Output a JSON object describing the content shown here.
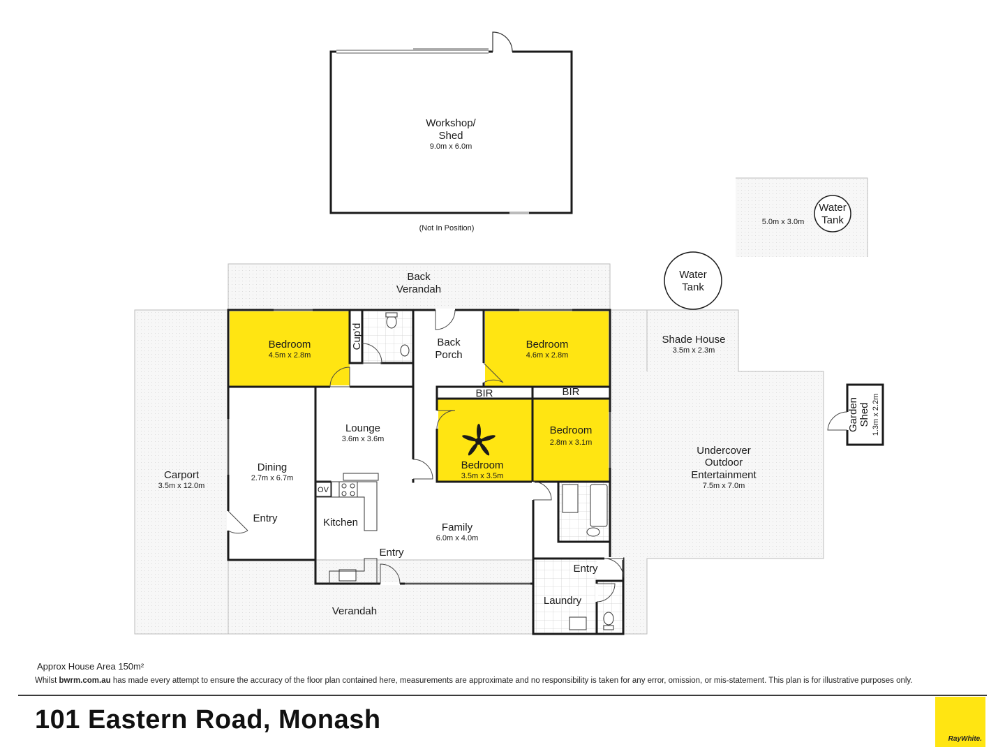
{
  "plan": {
    "workshop": {
      "name1": "Workshop/",
      "name2": "Shed",
      "dims": "9.0m x 6.0m",
      "note": "(Not In Position)"
    },
    "tank_yard": {
      "dims": "5.0m x 3.0m",
      "tank1": "Water",
      "tank2": "Tank"
    },
    "water_tank": {
      "line1": "Water",
      "line2": "Tank"
    },
    "back_verandah": {
      "line1": "Back",
      "line2": "Verandah"
    },
    "bedroom1": {
      "name": "Bedroom",
      "dims": "4.5m x 2.8m"
    },
    "cupd": {
      "name": "Cup'd"
    },
    "back_porch": {
      "line1": "Back",
      "line2": "Porch"
    },
    "bedroom2": {
      "name": "Bedroom",
      "dims": "4.6m x 2.8m"
    },
    "shade_house": {
      "name": "Shade House",
      "dims": "3.5m x 2.3m"
    },
    "bir1": "BIR",
    "bir2": "BIR",
    "bedroom3": {
      "name": "Bedroom",
      "dims": "2.8m x 3.1m"
    },
    "bedroom4": {
      "name": "Bedroom",
      "dims": "3.5m x 3.5m"
    },
    "lounge": {
      "name": "Lounge",
      "dims": "3.6m x 3.6m"
    },
    "dining": {
      "name": "Dining",
      "dims": "2.7m x 6.7m"
    },
    "entry_dining": "Entry",
    "carport": {
      "name": "Carport",
      "dims": "3.5m x 12.0m"
    },
    "ov": "OV",
    "kitchen": "Kitchen",
    "family": {
      "name": "Family",
      "dims": "6.0m x 4.0m"
    },
    "entry_family": "Entry",
    "entry_laundry": "Entry",
    "laundry": "Laundry",
    "verandah": "Verandah",
    "outdoor": {
      "line1": "Undercover",
      "line2": "Outdoor",
      "line3": "Entertainment",
      "dims": "7.5m x 7.0m"
    },
    "garden_shed": {
      "line1": "Garden",
      "line2": "Shed",
      "dims": "1.3m x 2.2m"
    }
  },
  "footer": {
    "area": "Approx House Area 150m²",
    "disclaimer_pre": "Whilst ",
    "disclaimer_site": "bwrm.com.au",
    "disclaimer_post": " has made every attempt to ensure the accuracy of the floor plan contained here, measurements are approximate and no responsibility is taken for any error, omission, or mis-statement. This plan is for illustrative purposes only.",
    "address": "101 Eastern Road, Monash",
    "logo": "RayWhite."
  },
  "colors": {
    "highlight": "#ffe512",
    "wall": "#1a1a1a",
    "outdoor_fill": "#f6f6f6"
  }
}
